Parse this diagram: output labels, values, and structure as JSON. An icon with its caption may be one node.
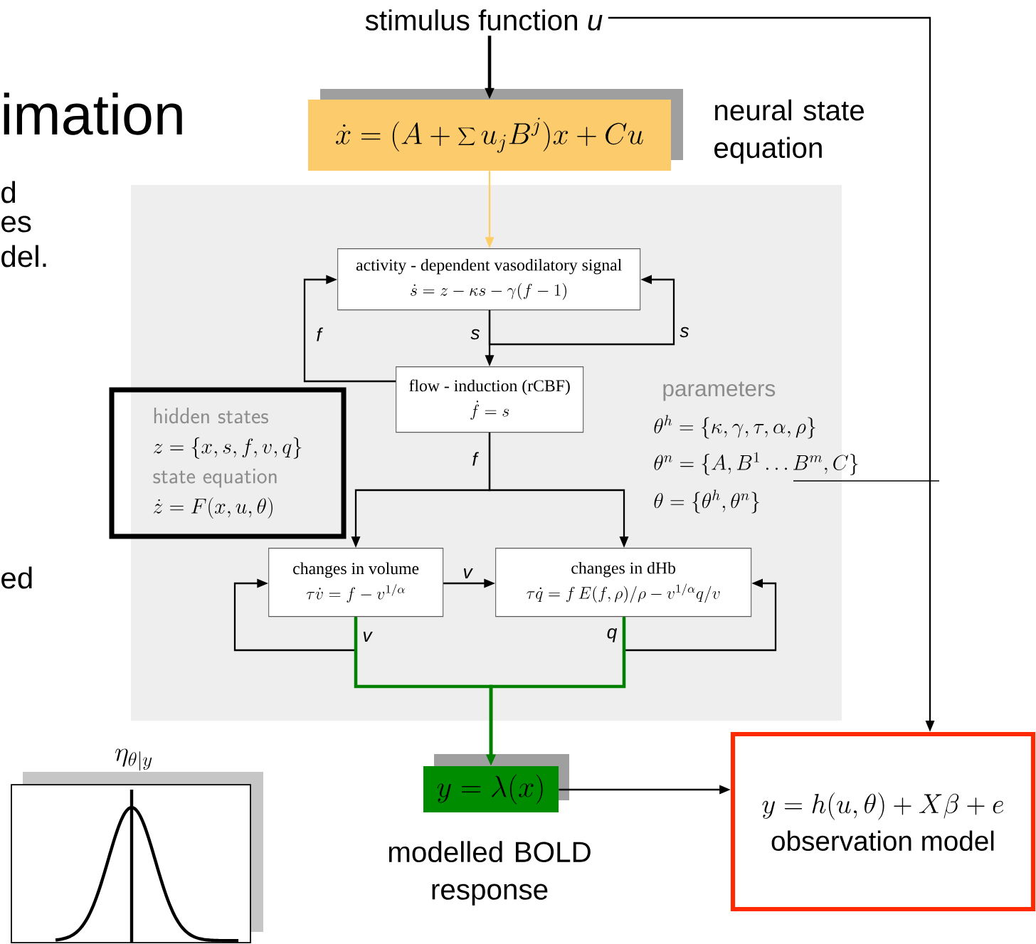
{
  "diagram": {
    "nodes": [
      {
        "text": [
          "stimulus function *u*"
        ]
      },
      {
        "text": [
          "\\dot{x}=(A+\\sum u_j B^j)x+Cu"
        ],
        "beside": [
          "neural state equation"
        ]
      },
      {
        "text": [],
        "shape": "box"
      },
      {
        "text": [
          "activity - dependent vasodilatory signal",
          "\\dot{s}=z-\\kappa s-\\gamma(f-1)"
        ],
        "in": 2
      },
      {
        "text": [
          "flow - induction (rCBF)",
          "\\dot{f}=s"
        ],
        "in": 2
      },
      {
        "text": [
          "changes in volume",
          "\\tau\\dot{v}=f-v^{1/\\alpha}"
        ],
        "in": 2
      },
      {
        "text": [
          "changes in dHb",
          "\\tau\\dot{q}=f\\,E(f,\\rho)/\\rho-v^{1/\\alpha}q/v"
        ],
        "in": 2
      },
      {
        "text": [
          "hidden states",
          "z=\\{x,s,f,v,q\\}",
          "state equation",
          "\\dot{z}=F(x,u,\\theta)"
        ]
      },
      {
        "text": [
          "y=\\lambda(x)"
        ],
        "beside": [
          "modelled BOLD response"
        ]
      },
      {
        "text": [
          "y=h(u,\\theta)+X\\beta+e",
          "observation model"
        ]
      },
      {
        "text": [
          "\\eta_{\\theta|y}"
        ]
      }
    ],
    "edges": [
      {
        "from": 0,
        "to": 1,
        "arrow": "to",
        "style": "thick"
      },
      {
        "from": 1,
        "to": 3,
        "arrow": "to",
        "color": "#ffcc66"
      },
      {
        "from": 3,
        "to": 4,
        "arrow": "to",
        "label": "s"
      },
      {
        "from": 3,
        "to": 3,
        "arrow": "to",
        "label": "s"
      },
      {
        "from": 4,
        "to": 3,
        "arrow": "to",
        "label": "f"
      },
      {
        "from": 4,
        "to": 5,
        "arrow": "to",
        "label": "f"
      },
      {
        "from": 4,
        "to": 6,
        "arrow": "to"
      },
      {
        "from": 5,
        "to": 6,
        "arrow": "to",
        "label": "v"
      },
      {
        "from": 5,
        "to": 5,
        "arrow": "to"
      },
      {
        "from": 6,
        "to": 6,
        "arrow": "to"
      },
      {
        "from": 5,
        "to": 8,
        "arrow": "to",
        "label": "v",
        "style": "thick",
        "color": "#008000"
      },
      {
        "from": 6,
        "to": 8,
        "arrow": "to",
        "label": "q",
        "style": "thick",
        "color": "#008000"
      },
      {
        "from": 8,
        "to": 9,
        "arrow": "to"
      },
      {
        "from": 0,
        "to": 9,
        "arrow": "to"
      }
    ],
    "labels": [
      "imation",
      "d",
      "es",
      "del.",
      "ed",
      "parameters",
      "\\theta^h=\\{\\kappa,\\gamma,\\tau,\\alpha,\\rho\\}",
      "\\theta^n=\\{A,B^1\\ldots B^m,C\\}",
      "\\theta=\\{\\theta^h,\\theta^n\\}"
    ]
  }
}
